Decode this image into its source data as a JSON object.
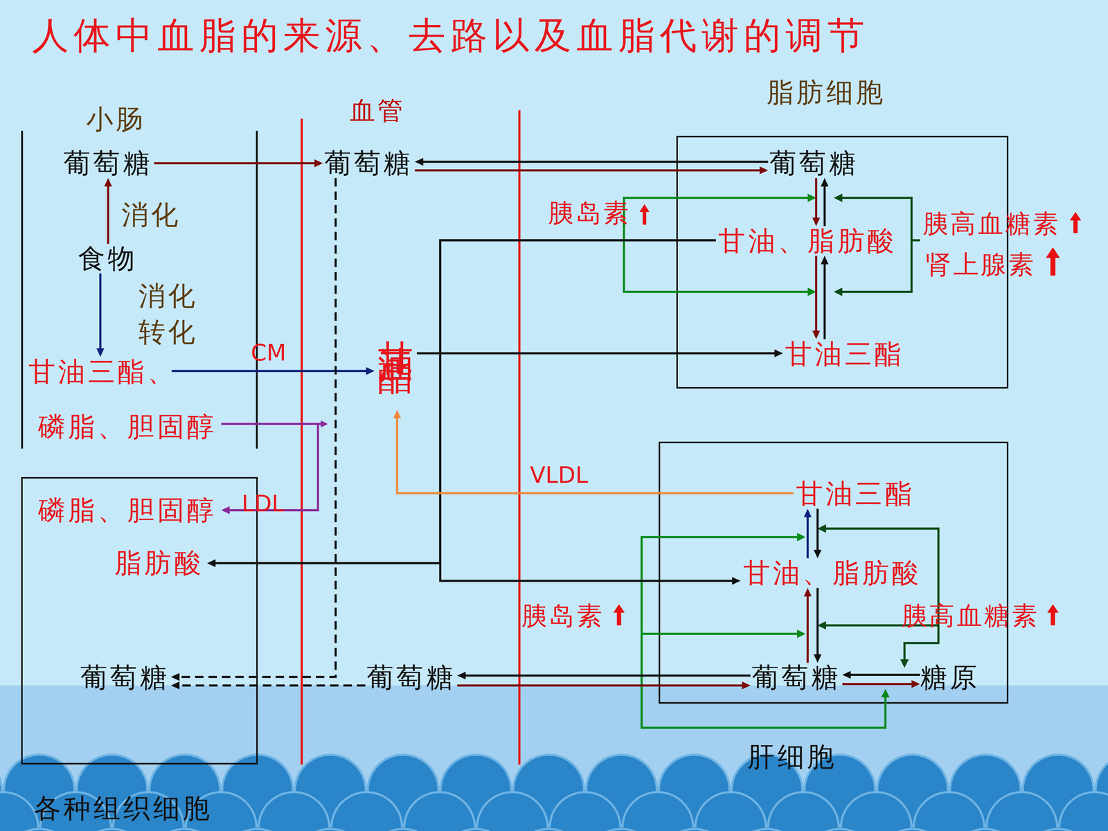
{
  "diagram": {
    "title": "人体中血脂的来源、去路以及血脂代谢的调节",
    "nodes": [
      {
        "text": [
          "小肠"
        ]
      },
      {
        "text": [
          "葡萄糖"
        ],
        "in": 0
      },
      {
        "text": [
          "食物"
        ],
        "in": 0
      },
      {
        "text": [
          "甘油三酯、"
        ],
        "in": 0
      },
      {
        "text": [
          "磷脂、胆固醇"
        ],
        "in": 0
      },
      {
        "text": [
          "葡萄糖"
        ]
      },
      {
        "text": [
          "甘油三酯"
        ]
      },
      {
        "text": [
          "葡萄糖"
        ]
      },
      {
        "text": [
          "脂肪细胞"
        ]
      },
      {
        "text": [
          "葡萄糖"
        ],
        "in": 8
      },
      {
        "text": [
          "甘油、脂肪酸"
        ],
        "in": 8
      },
      {
        "text": [
          "甘油三酯"
        ],
        "in": 8
      },
      {
        "text": [
          "各种组织细胞"
        ]
      },
      {
        "text": [
          "磷脂、胆固醇"
        ],
        "in": 12
      },
      {
        "text": [
          "脂肪酸"
        ],
        "in": 12
      },
      {
        "text": [
          "葡萄糖"
        ],
        "in": 12
      },
      {
        "text": [
          "肝细胞"
        ]
      },
      {
        "text": [
          "甘油三酯"
        ],
        "in": 16
      },
      {
        "text": [
          "甘油、脂肪酸"
        ],
        "in": 16
      },
      {
        "text": [
          "葡萄糖"
        ],
        "in": 16
      },
      {
        "text": [
          "糖原"
        ],
        "in": 16
      }
    ],
    "edges": [
      {
        "from": 2,
        "to": 1,
        "arrow": "to",
        "label": "消化"
      },
      {
        "from": 2,
        "to": 3,
        "arrow": "to",
        "label": "消化 转化"
      },
      {
        "from": 1,
        "to": 5,
        "arrow": "to"
      },
      {
        "from": 9,
        "to": 5,
        "arrow": "to"
      },
      {
        "from": 5,
        "to": 9,
        "arrow": "to"
      },
      {
        "from": 3,
        "to": 6,
        "arrow": "to",
        "label": "CM"
      },
      {
        "from": 4,
        "to": 13,
        "arrow": "to",
        "label": "LDL"
      },
      {
        "from": 6,
        "to": 11,
        "arrow": "to"
      },
      {
        "from": 10,
        "to": 14,
        "arrow": "to"
      },
      {
        "from": 10,
        "to": 18,
        "arrow": "to"
      },
      {
        "from": 17,
        "to": 6,
        "arrow": "to",
        "label": "VLDL"
      },
      {
        "from": 5,
        "to": 15,
        "arrow": "to"
      },
      {
        "from": 7,
        "to": 15,
        "arrow": "to"
      },
      {
        "from": 19,
        "to": 7,
        "arrow": "to"
      },
      {
        "from": 7,
        "to": 19,
        "arrow": "to"
      },
      {
        "from": 9,
        "to": 10,
        "arrow": "to"
      },
      {
        "from": 10,
        "to": 9,
        "arrow": "to"
      },
      {
        "from": 10,
        "to": 11,
        "arrow": "to"
      },
      {
        "from": 11,
        "to": 10,
        "arrow": "to"
      },
      {
        "from": 18,
        "to": 17,
        "arrow": "to"
      },
      {
        "from": 17,
        "to": 18,
        "arrow": "to"
      },
      {
        "from": 19,
        "to": 18,
        "arrow": "to"
      },
      {
        "from": 18,
        "to": 19,
        "arrow": "to"
      },
      {
        "from": 20,
        "to": 19,
        "arrow": "to"
      },
      {
        "from": 19,
        "to": 20,
        "arrow": "to"
      }
    ],
    "labels": [
      "血管",
      "胰岛素",
      "胰高血糖素",
      "肾上腺素",
      "胰岛素",
      "胰高血糖素"
    ]
  }
}
